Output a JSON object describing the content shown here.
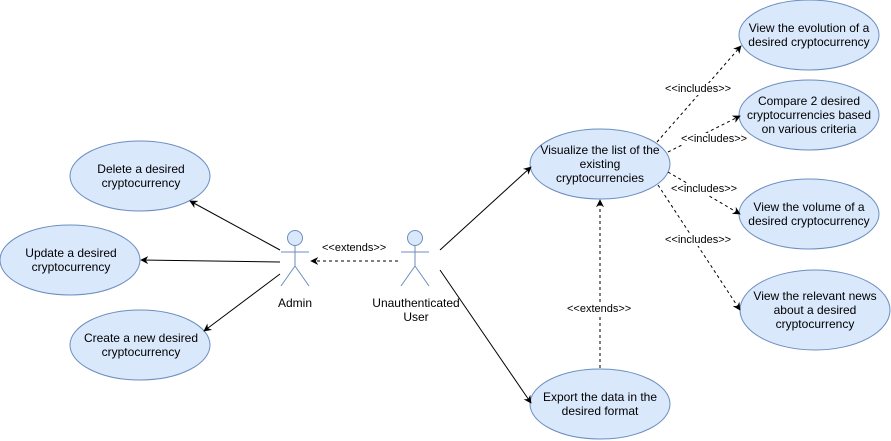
{
  "actors": {
    "admin": "Admin",
    "user": "Unauthenticated\nUser"
  },
  "use_cases": {
    "delete": "Delete a desired cryptocurrency",
    "update": "Update a desired cryptocurrency",
    "create": "Create a new desired cryptocurrency",
    "visualize": "Visualize the list of the existing cryptocurrencies",
    "export": "Export the data in the desired format",
    "evolution": "View the evolution of a desired cryptocurrency",
    "compare": "Compare 2 desired cryptocurrencies based on various criteria",
    "volume": "View the volume of a desired cryptocurrency",
    "news": "View the relevant news about a desired cryptocurrency"
  },
  "relations": {
    "extends_label": "<<extends>>",
    "includes_label": "<<includes>>"
  },
  "colors": {
    "fill": "#dae8fc",
    "stroke": "#6c8ebf",
    "line": "#000000"
  }
}
